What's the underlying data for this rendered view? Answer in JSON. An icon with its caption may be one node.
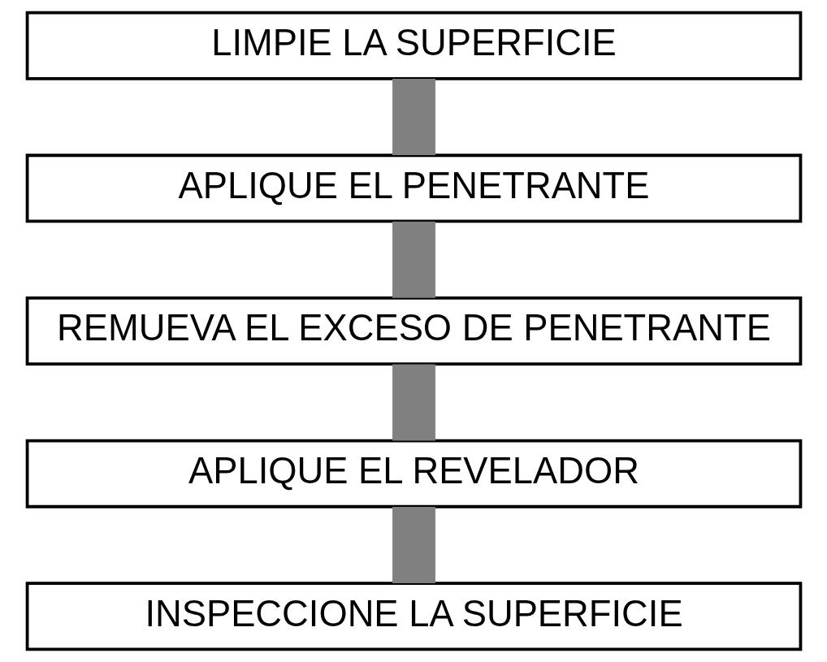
{
  "diagram": {
    "nodes": [
      {
        "text": [
          "LIMPIE LA SUPERFICIE"
        ]
      },
      {
        "text": [
          "APLIQUE EL PENETRANTE"
        ]
      },
      {
        "text": [
          "REMUEVA EL EXCESO DE PENETRANTE"
        ]
      },
      {
        "text": [
          "APLIQUE EL REVELADOR"
        ]
      },
      {
        "text": [
          "INSPECCIONE LA SUPERFICIE"
        ]
      }
    ],
    "edges": [
      {
        "from": 0,
        "to": 1,
        "arrow": "none"
      },
      {
        "from": 1,
        "to": 2,
        "arrow": "none"
      },
      {
        "from": 2,
        "to": 3,
        "arrow": "none"
      },
      {
        "from": 3,
        "to": 4,
        "arrow": "none"
      }
    ]
  }
}
